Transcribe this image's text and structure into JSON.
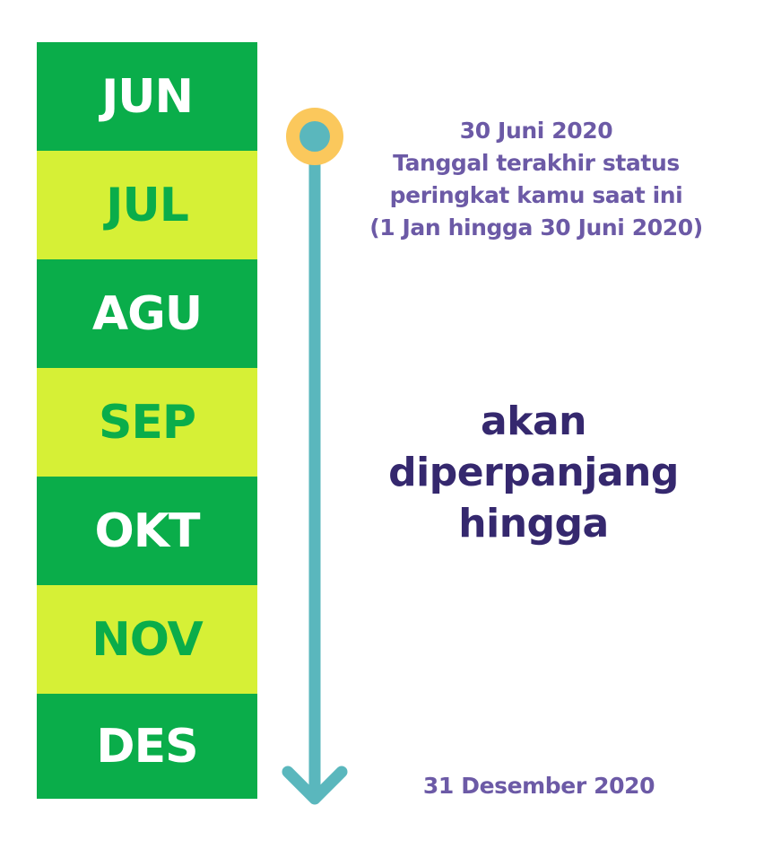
{
  "months": [
    {
      "label": "JUN",
      "bg": "#0aad4a",
      "fg": "#ffffff"
    },
    {
      "label": "JUL",
      "bg": "#d6f036",
      "fg": "#0aad4a"
    },
    {
      "label": "AGU",
      "bg": "#0aad4a",
      "fg": "#ffffff"
    },
    {
      "label": "SEP",
      "bg": "#d6f036",
      "fg": "#0aad4a"
    },
    {
      "label": "OKT",
      "bg": "#0aad4a",
      "fg": "#ffffff"
    },
    {
      "label": "NOV",
      "bg": "#d6f036",
      "fg": "#0aad4a"
    },
    {
      "label": "DES",
      "bg": "#0aad4a",
      "fg": "#ffffff"
    }
  ],
  "start": {
    "lines": [
      "30 Juni 2020",
      "Tanggal terakhir status",
      "peringkat kamu saat ini",
      "(1 Jan hingga 30 Juni 2020)"
    ]
  },
  "middle": {
    "lines": [
      "akan",
      "diperpanjang",
      "hingga"
    ]
  },
  "end": {
    "label": "31 Desember 2020"
  },
  "colors": {
    "dark_green": "#0aad4a",
    "lime": "#d6f036",
    "teal_arrow": "#5ab7bd",
    "marker_ring": "#fbc85c",
    "caption_small": "#6c5aa6",
    "caption_large": "#35286e"
  }
}
